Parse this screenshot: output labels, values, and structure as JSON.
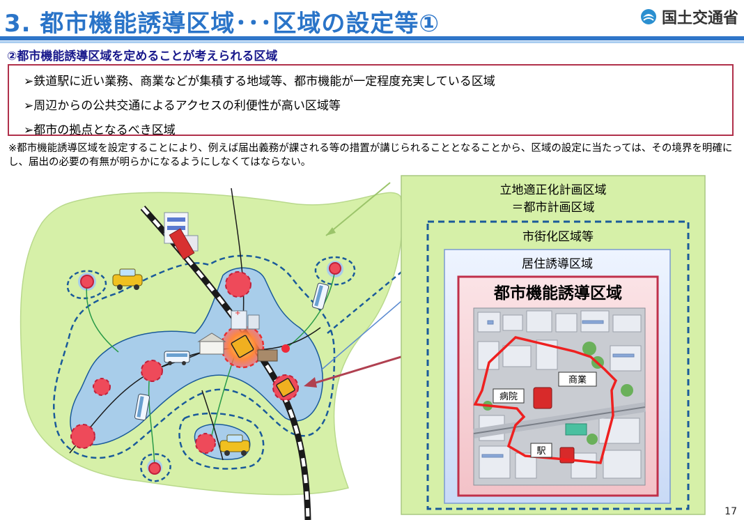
{
  "header": {
    "title": "3. 都市機能誘導区域･･･区域の設定等①",
    "org_name": "国土交通省"
  },
  "section": {
    "heading": "②都市機能誘導区域を定めることが考えられる区域",
    "bullets": [
      "➢鉄道駅に近い業務、商業などが集積する地域等、都市機能が一定程度充実している区域",
      "➢周辺からの公共交通によるアクセスの利便性が高い区域等",
      "➢都市の拠点となるべき区域"
    ],
    "note": "※都市機能誘導区域を設定することにより、例えば届出義務が課される等の措置が講じられることとなることから、区域の設定に当たっては、その境界を明確にし、届出の必要の有無が明らかになるようにしなくてはならない。"
  },
  "diagram": {
    "zone_outer_line1": "立地適正化計画区域",
    "zone_outer_line2": "＝都市計画区域",
    "zone_urban": "市街化区域等",
    "zone_residential": "居住誘導区域",
    "zone_urban_function": "都市機能誘導区域",
    "label_commerce": "商業",
    "label_hospital": "病院",
    "label_station": "駅"
  },
  "colors": {
    "title_blue": "#2a74c8",
    "outer_green": "#d6f0a8",
    "water_blue": "#a8cdea",
    "urban_function_red": "#c0304a",
    "dashed_navy": "#1a5a9a"
  },
  "footer": {
    "page_number": "17"
  }
}
